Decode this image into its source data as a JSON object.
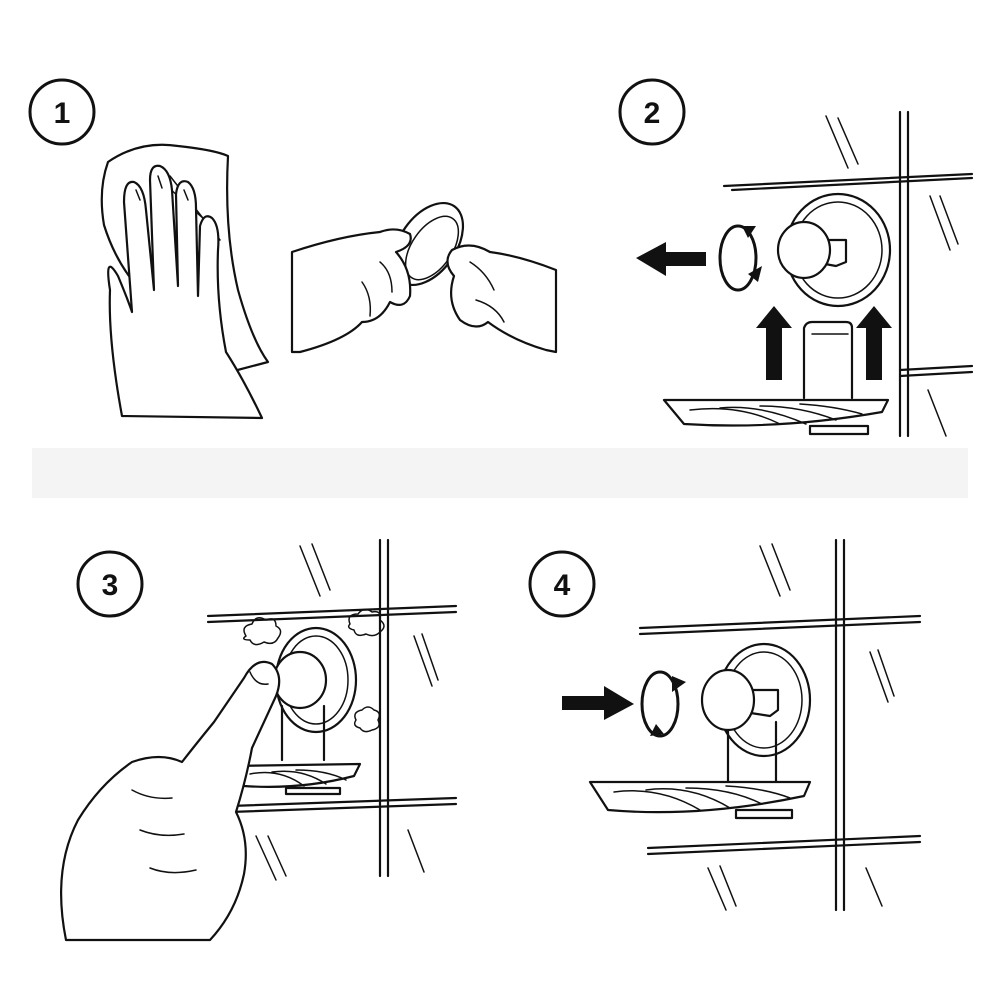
{
  "steps": [
    {
      "number": "1",
      "icon": "cleaning-wall-and-suction-cup"
    },
    {
      "number": "2",
      "icon": "unscrew-and-remove-soap-dish"
    },
    {
      "number": "3",
      "icon": "press-suction-cup-to-wall"
    },
    {
      "number": "4",
      "icon": "tighten-knob-clockwise"
    }
  ],
  "colors": {
    "line": "#111111",
    "background": "#ffffff"
  }
}
